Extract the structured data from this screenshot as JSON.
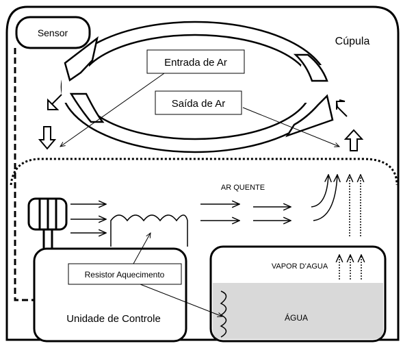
{
  "labels": {
    "sensor": "Sensor",
    "dome": "Cúpula",
    "air_in": "Entrada de Ar",
    "air_out": "Saída de Ar",
    "hot_air": "AR QUENTE",
    "heater": "Resistor Aquecimento",
    "vapor": "VAPOR D’AGUA",
    "water": "ÁGUA",
    "control": "Unidade de Controle"
  },
  "colors": {
    "stroke": "#000000",
    "water_fill": "#d9d9d9",
    "background": "#ffffff"
  },
  "icons": [
    "fan-icon",
    "heater-coil-icon",
    "hollow-arrow-icon"
  ]
}
